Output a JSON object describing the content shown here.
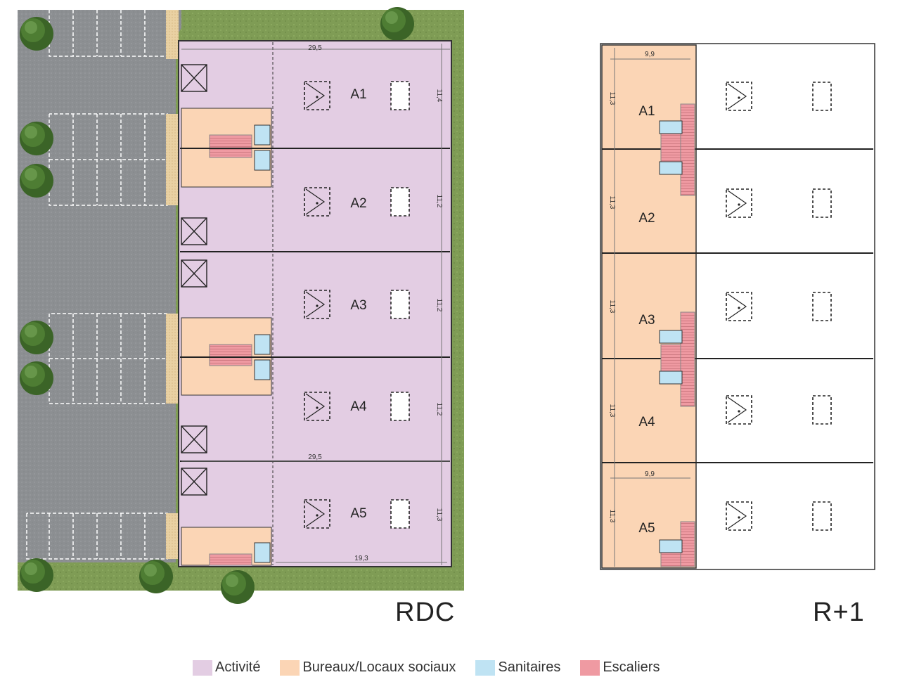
{
  "plans": {
    "rdc": {
      "title": "RDC",
      "units": [
        {
          "label": "A1",
          "height_dim": "11,4"
        },
        {
          "label": "A2",
          "height_dim": "11,2"
        },
        {
          "label": "A3",
          "height_dim": "11,2"
        },
        {
          "label": "A4",
          "height_dim": "11,2"
        },
        {
          "label": "A5",
          "height_dim": "11,3"
        }
      ],
      "width_dim_top": "29,5",
      "width_dim_mid": "29,5",
      "inner_dim": "19,3"
    },
    "r1": {
      "title": "R+1",
      "units": [
        {
          "label": "A1",
          "height_dim": "11,3"
        },
        {
          "label": "A2",
          "height_dim": "11,3"
        },
        {
          "label": "A3",
          "height_dim": "11,3"
        },
        {
          "label": "A4",
          "height_dim": "11,3"
        },
        {
          "label": "A5",
          "height_dim": "11,3"
        }
      ],
      "width_dim_top": "9,9",
      "width_dim_bottom": "9,9"
    }
  },
  "legend": [
    {
      "label": "Activité",
      "color": "#e3cde3"
    },
    {
      "label": "Bureaux/Locaux sociaux",
      "color": "#fbd5b5"
    },
    {
      "label": "Sanitaires",
      "color": "#bfe3f3"
    },
    {
      "label": "Escaliers",
      "color": "#ef9aa2"
    }
  ],
  "colors": {
    "grass": "#7b9a52",
    "asphalt": "#8f9294",
    "activity": "#e3cde3",
    "office": "#fbd5b5",
    "sanitary": "#bfe3f3",
    "stairs": "#ef9aa2",
    "tree": "#3f6a2a"
  }
}
